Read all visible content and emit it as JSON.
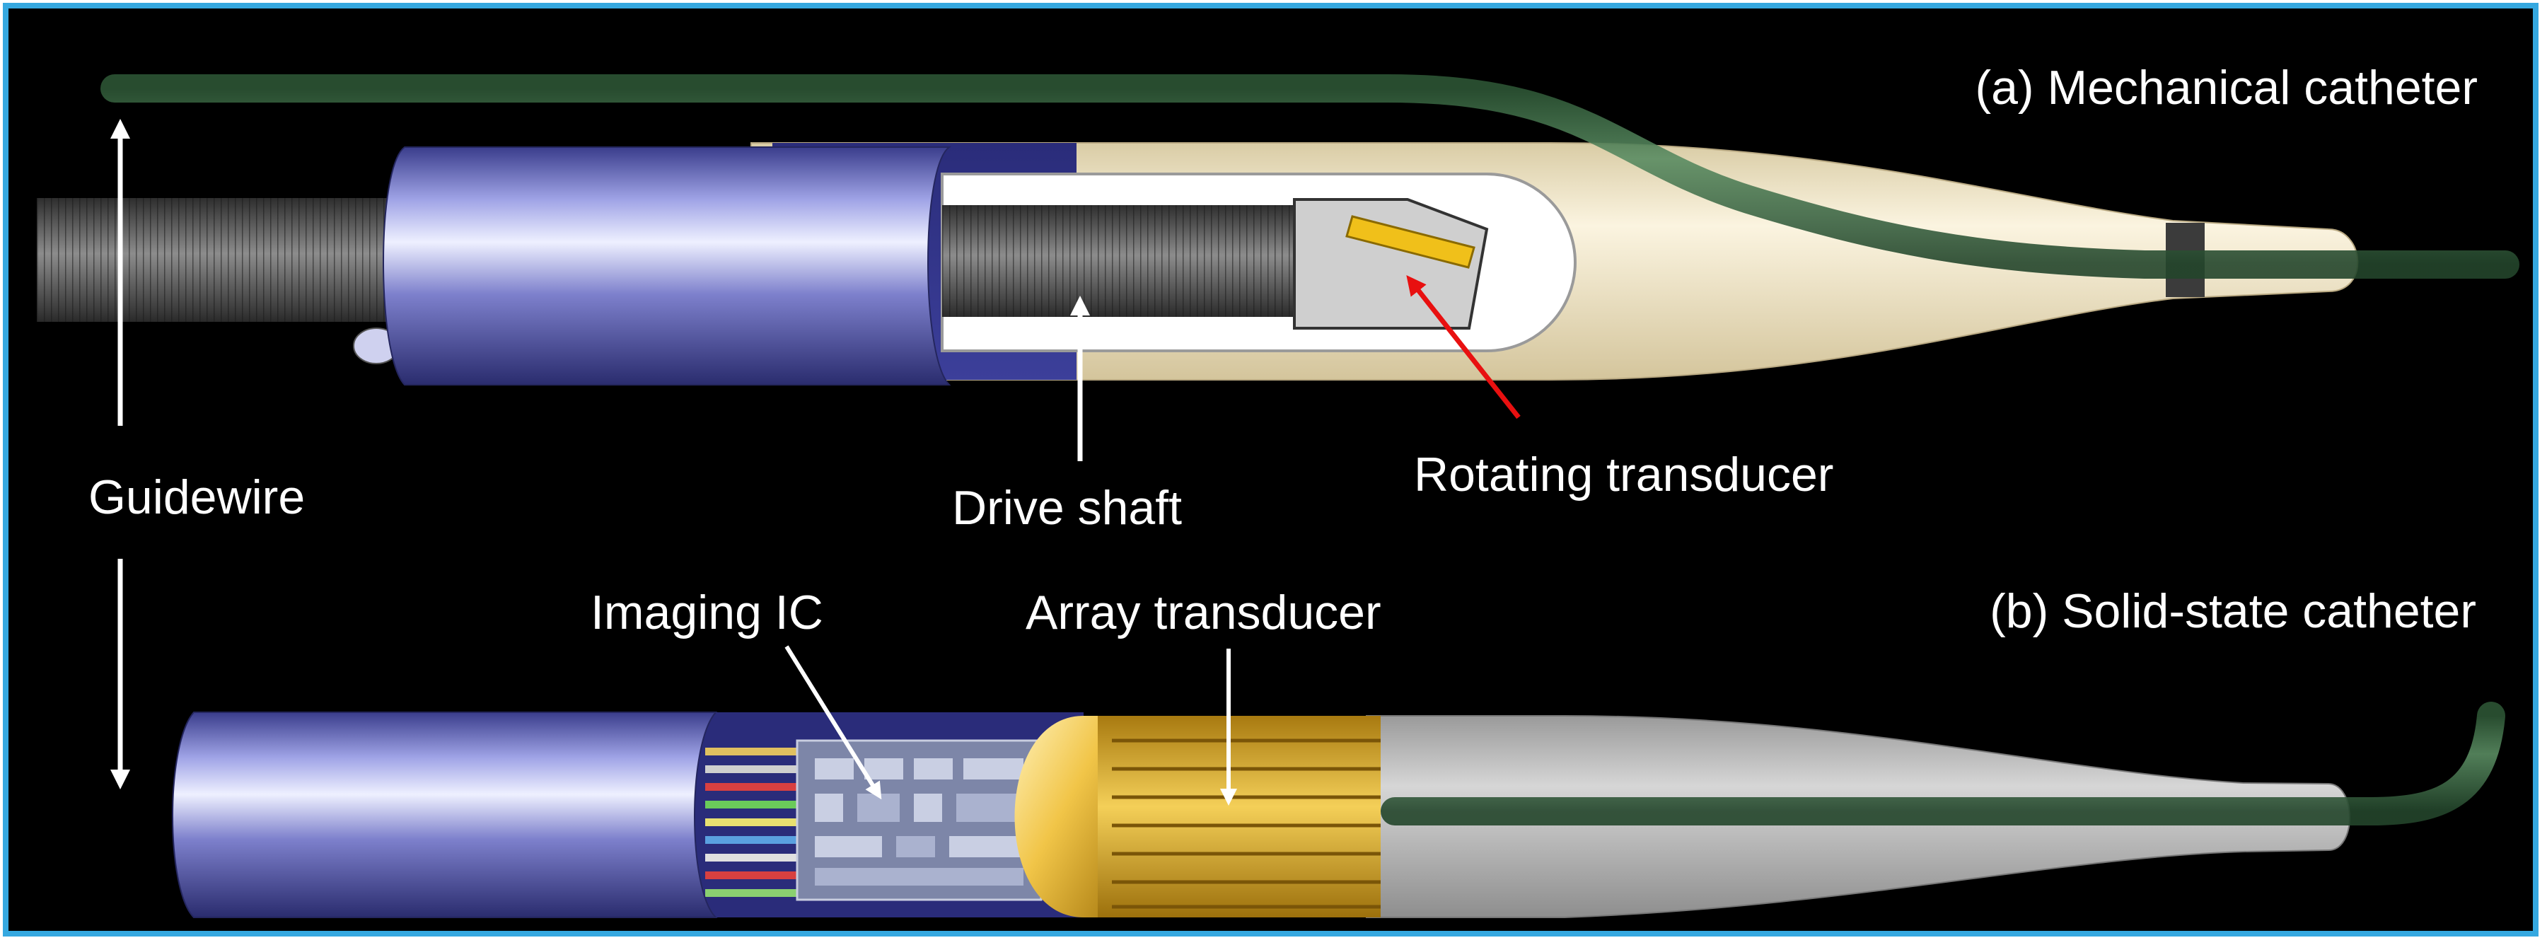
{
  "panels": {
    "mechanical_title": "(a) Mechanical catheter",
    "solid_state_title": "(b) Solid-state catheter"
  },
  "labels": {
    "guidewire": "Guidewire",
    "drive_shaft": "Drive shaft",
    "rotating_transducer": "Rotating transducer",
    "imaging_ic": "Imaging IC",
    "array_transducer": "Array transducer"
  },
  "colors": {
    "frame_border": "#35a8e0",
    "background": "#000000",
    "guidewire": "#3d6e45",
    "sheath": "#6f72c2",
    "mechanical_tip": "#f3e8cc",
    "solid_state_tip": "#c2c2c2",
    "transducer": "#e8b828",
    "callout_arrow": "#ffffff",
    "rotating_transducer_arrow": "#e81010"
  },
  "icons": {
    "guidewire_arrow": "double-arrow-icon",
    "pointer_arrow": "arrow-icon"
  }
}
